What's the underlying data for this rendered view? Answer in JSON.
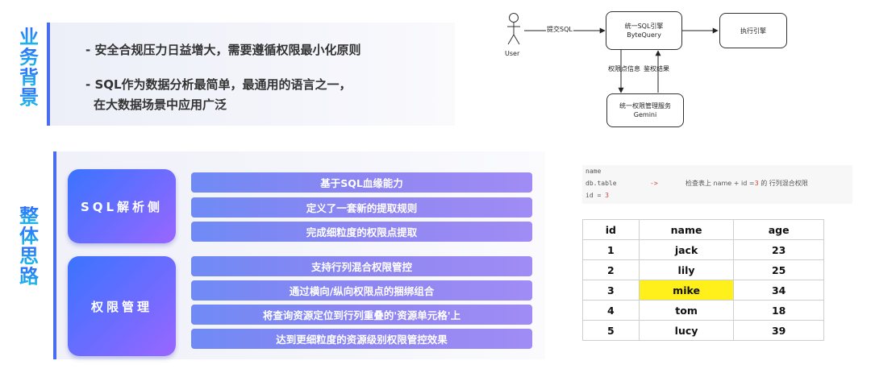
{
  "sections": {
    "background_title": [
      "业",
      "务",
      "背",
      "景"
    ],
    "approach_title": [
      "整",
      "体",
      "思",
      "路"
    ]
  },
  "background": {
    "line1": "- 安全合规压力日益增大，需要遵循权限最小化原则",
    "line2": "- SQL作为数据分析最简单，最通用的语言之一，",
    "line3": "在大数据场景中应用广泛"
  },
  "flow": {
    "user_label": "User",
    "submit_label": "提交SQL",
    "engine_line1": "统一SQL引擎",
    "engine_line2": "ByteQuery",
    "exec_label": "执行引擎",
    "perm_info_label": "权限点信息",
    "auth_result_label": "鉴权结果",
    "perm_service_line1": "统一权限管理服务",
    "perm_service_line2": "Gemini"
  },
  "approach": {
    "card_sql": "SQL解析侧",
    "card_perm": "权限管理",
    "sql_items": [
      "基于SQL血缘能力",
      "定义了一套新的提取规则",
      "完成细粒度的权限点提取"
    ],
    "perm_items": [
      "支持行列混合权限管控",
      "通过横向/纵向权限点的捆绑组合",
      "将查询资源定位到行列重叠的'资源单元格'上",
      "达到更细粒度的资源级别权限管控效果"
    ]
  },
  "code": {
    "line1": "name",
    "line2_left": "db.table",
    "line2_arrow": "->",
    "line2_right_a": "检查表上  name + id =",
    "line2_right_num": "3",
    "line2_right_b": " 的 行列混合权限",
    "line3_a": "id = ",
    "line3_num": "3"
  },
  "table": {
    "headers": [
      "id",
      "name",
      "age"
    ],
    "rows": [
      [
        "1",
        "jack",
        "23"
      ],
      [
        "2",
        "lily",
        "25"
      ],
      [
        "3",
        "mike",
        "34"
      ],
      [
        "4",
        "tom",
        "18"
      ],
      [
        "5",
        "lucy",
        "39"
      ]
    ],
    "highlight": {
      "row": 2,
      "col": 1,
      "color": "#ffef1a"
    }
  },
  "colors": {
    "accent": "#4a6cf0",
    "pill": "#8e86f2",
    "highlight": "#ffef1a"
  }
}
